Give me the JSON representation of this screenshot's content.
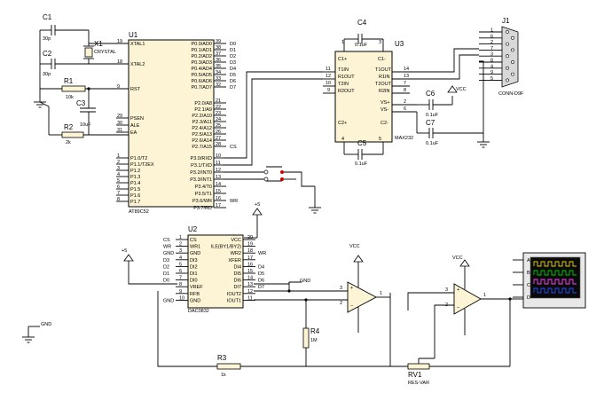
{
  "components": {
    "u1": {
      "ref": "U1",
      "part": "AT89C52",
      "left_pins": [
        {
          "num": "19",
          "name": "XTAL1"
        },
        {
          "num": "18",
          "name": "XTAL2"
        },
        {
          "num": "9",
          "name": "RST"
        },
        {
          "num": "29",
          "name": "PSEN"
        },
        {
          "num": "30",
          "name": "ALE"
        },
        {
          "num": "31",
          "name": "EA"
        },
        {
          "num": "1",
          "name": "P1.0/T2"
        },
        {
          "num": "2",
          "name": "P1.1/T2EX"
        },
        {
          "num": "3",
          "name": "P1.2"
        },
        {
          "num": "4",
          "name": "P1.3"
        },
        {
          "num": "5",
          "name": "P1.4"
        },
        {
          "num": "6",
          "name": "P1.5"
        },
        {
          "num": "7",
          "name": "P1.6"
        },
        {
          "num": "8",
          "name": "P1.7"
        }
      ],
      "right_pins": [
        {
          "num": "39",
          "name": "P0.0/AD0",
          "net": "D0"
        },
        {
          "num": "38",
          "name": "P0.1/AD1",
          "net": "D1"
        },
        {
          "num": "37",
          "name": "P0.2/AD2",
          "net": "D2"
        },
        {
          "num": "36",
          "name": "P0.3/AD3",
          "net": "D3"
        },
        {
          "num": "35",
          "name": "P0.4/AD4",
          "net": "D4"
        },
        {
          "num": "34",
          "name": "P0.5/AD5",
          "net": "D5"
        },
        {
          "num": "33",
          "name": "P0.6/AD6",
          "net": "D6"
        },
        {
          "num": "32",
          "name": "P0.7/AD7",
          "net": "D7"
        },
        {
          "num": "21",
          "name": "P2.0/A8",
          "net": ""
        },
        {
          "num": "22",
          "name": "P2.1/A9",
          "net": ""
        },
        {
          "num": "23",
          "name": "P2.2/A10",
          "net": ""
        },
        {
          "num": "24",
          "name": "P2.3/A11",
          "net": ""
        },
        {
          "num": "25",
          "name": "P2.4/A12",
          "net": ""
        },
        {
          "num": "26",
          "name": "P2.5/A13",
          "net": ""
        },
        {
          "num": "27",
          "name": "P2.6/A14",
          "net": ""
        },
        {
          "num": "28",
          "name": "P2.7/A15",
          "net": "CS"
        },
        {
          "num": "10",
          "name": "P3.0/RXD",
          "net": ""
        },
        {
          "num": "11",
          "name": "P3.1/TXD",
          "net": ""
        },
        {
          "num": "12",
          "name": "P3.2/INT0",
          "net": ""
        },
        {
          "num": "13",
          "name": "P3.3/INT1",
          "net": ""
        },
        {
          "num": "14",
          "name": "P3.4/T0",
          "net": ""
        },
        {
          "num": "15",
          "name": "P3.5/T1",
          "net": ""
        },
        {
          "num": "16",
          "name": "P3.6/WR",
          "net": "WR"
        },
        {
          "num": "17",
          "name": "P3.7/RD",
          "net": ""
        }
      ]
    },
    "u2": {
      "ref": "U2",
      "part": "DAC0832",
      "left_pins": [
        {
          "num": "1",
          "name": "CS",
          "net": "CS"
        },
        {
          "num": "2",
          "name": "WR1",
          "net": "WR"
        },
        {
          "num": "3",
          "name": "GND",
          "net": "GND"
        },
        {
          "num": "4",
          "name": "DI3",
          "net": "D3"
        },
        {
          "num": "5",
          "name": "DI2",
          "net": "D2"
        },
        {
          "num": "6",
          "name": "DI1",
          "net": "D1"
        },
        {
          "num": "7",
          "name": "DI0",
          "net": "D0"
        },
        {
          "num": "8",
          "name": "VREF",
          "net": ""
        },
        {
          "num": "9",
          "name": "RFB",
          "net": ""
        },
        {
          "num": "10",
          "name": "GND",
          "net": "GND"
        }
      ],
      "right_pins": [
        {
          "num": "20",
          "name": "VCC",
          "net": ""
        },
        {
          "num": "19",
          "name": "ILE(BY1/BY2)",
          "net": ""
        },
        {
          "num": "18",
          "name": "WR2",
          "net": "WR"
        },
        {
          "num": "17",
          "name": "XFER",
          "net": ""
        },
        {
          "num": "16",
          "name": "DI4",
          "net": "D4"
        },
        {
          "num": "15",
          "name": "DI5",
          "net": "D5"
        },
        {
          "num": "14",
          "name": "DI6",
          "net": "D6"
        },
        {
          "num": "13",
          "name": "DI7",
          "net": "D7"
        },
        {
          "num": "12",
          "name": "IOUT2",
          "net": ""
        },
        {
          "num": "11",
          "name": "IOUT1",
          "net": ""
        }
      ]
    },
    "u3": {
      "ref": "U3",
      "part": "MAX232",
      "pins": {
        "c1p": {
          "num": "1",
          "name": "C1+"
        },
        "c1m": {
          "num": "3",
          "name": "C1-"
        },
        "t1in": {
          "num": "11",
          "name": "T1IN"
        },
        "r1out": {
          "num": "12",
          "name": "R1OUT"
        },
        "t2in": {
          "num": "10",
          "name": "T2IN"
        },
        "r2out": {
          "num": "9",
          "name": "R2OUT"
        },
        "t1out": {
          "num": "14",
          "name": "T1OUT"
        },
        "r1in": {
          "num": "13",
          "name": "R1IN"
        },
        "t2out": {
          "num": "7",
          "name": "T2OUT"
        },
        "r2in": {
          "num": "8",
          "name": "R2IN"
        },
        "vsp": {
          "num": "2",
          "name": "VS+"
        },
        "vsm": {
          "num": "6",
          "name": "VS-"
        },
        "c2p": {
          "num": "4",
          "name": "C2+"
        },
        "c2m": {
          "num": "5",
          "name": "C2-"
        }
      }
    },
    "j1": {
      "ref": "J1",
      "part": "CONN-D9F",
      "pins": [
        "1",
        "6",
        "2",
        "7",
        "3",
        "8",
        "4",
        "9",
        "5"
      ]
    },
    "c1": {
      "ref": "C1",
      "value": "30p"
    },
    "c2": {
      "ref": "C2",
      "value": "30p"
    },
    "c3": {
      "ref": "C3",
      "value": "10uF"
    },
    "c4": {
      "ref": "C4",
      "value": "0.1uF"
    },
    "c5": {
      "ref": "C5",
      "value": "0.1uF"
    },
    "c6": {
      "ref": "C6",
      "value": "0.1uF"
    },
    "c7": {
      "ref": "C7",
      "value": "0.1uF"
    },
    "x1": {
      "ref": "X1",
      "value": "CRYSTAL"
    },
    "r1": {
      "ref": "R1",
      "value": "10k"
    },
    "r2": {
      "ref": "R2",
      "value": "2k"
    },
    "r3": {
      "ref": "R3",
      "value": "1k"
    },
    "r4": {
      "ref": "R4",
      "value": "1M"
    },
    "rv1": {
      "ref": "RV1",
      "value": "RES-VAR"
    },
    "opamp1": {
      "pin_plus": "3",
      "pin_minus": "2",
      "pin_out": "1"
    },
    "opamp2": {
      "pin_plus": "3",
      "pin_minus": "2",
      "pin_out": "1"
    },
    "scope": {
      "channels": [
        "A",
        "B",
        "C",
        "D"
      ],
      "trace_colors": [
        "#e8d000",
        "#00c800",
        "#ff40ff",
        "#2050ff"
      ]
    }
  },
  "power": {
    "vcc": "VCC",
    "plus5": "+5",
    "gnd": "GND"
  },
  "pin_numbers": {
    "u3_vsp_stub": "2",
    "u3_vsm_stub": "6"
  }
}
